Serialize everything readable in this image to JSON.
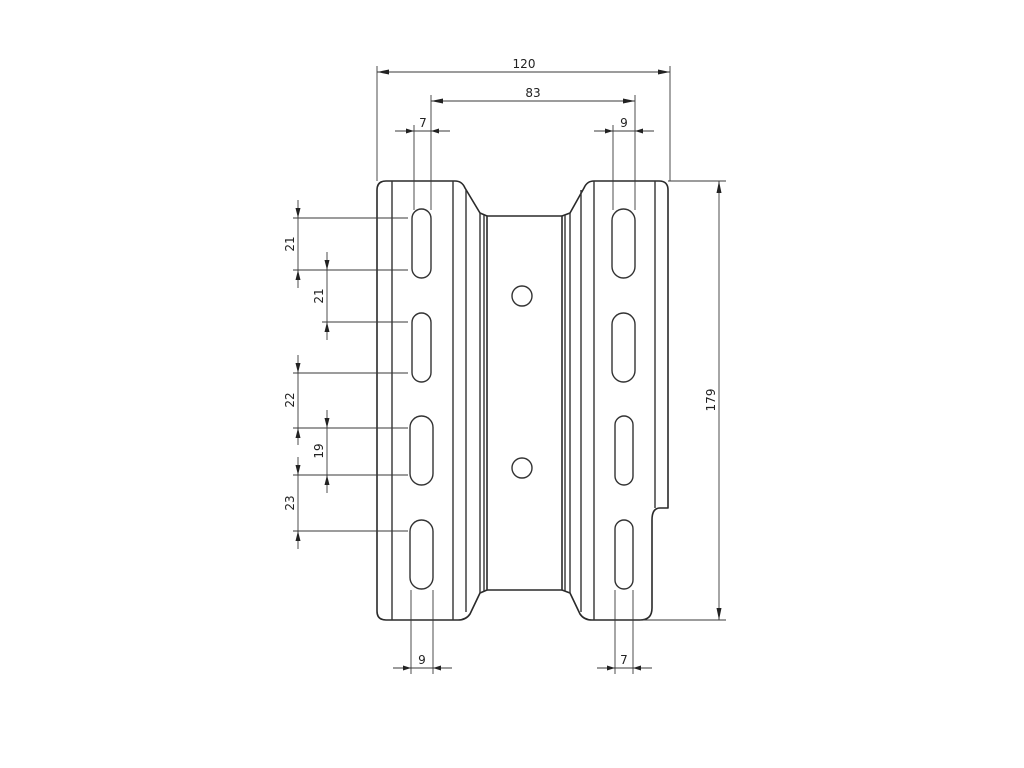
{
  "drawing": {
    "type": "technical drawing - slotted bracket (front view)",
    "colors": {
      "line": "#2a2a2a",
      "background": "#ffffff"
    }
  },
  "dimensions": {
    "overall_width": "120",
    "slot_center_span": "83",
    "top_left_slot_width": "7",
    "top_right_slot_width": "9",
    "bottom_left_slot_width": "9",
    "bottom_right_slot_width": "7",
    "overall_height": "179",
    "left_pitch_1": "21",
    "left_pitch_2": "21",
    "left_pitch_3": "22",
    "left_pitch_4": "19",
    "left_pitch_5": "23"
  }
}
